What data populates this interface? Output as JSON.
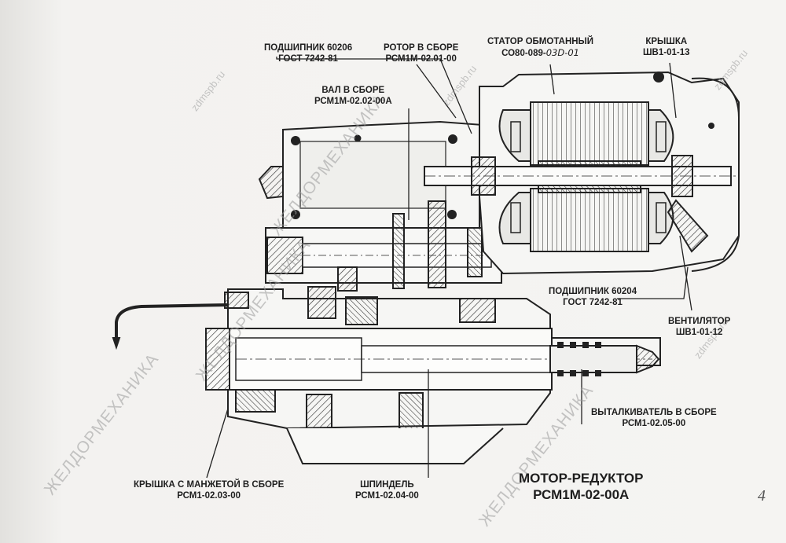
{
  "labels": {
    "bearing_60206": [
      "ПОДШИПНИК 60206",
      "ГОСТ 7242-81"
    ],
    "rotor": [
      "РОТОР В СБОРЕ",
      "РСМ1М-02.01-00"
    ],
    "stator": [
      "СТАТОР ОБМОТАННЫЙ",
      "СО80-089-",
      "03D-01"
    ],
    "cover_top": [
      "КРЫШКА",
      "ШВ1-01-13"
    ],
    "shaft": [
      "ВАЛ В СБОРЕ",
      "РСМ1М-02.02-00А"
    ],
    "bearing_60204": [
      "ПОДШИПНИК 60204",
      "ГОСТ 7242-81"
    ],
    "fan": [
      "ВЕНТИЛЯТОР",
      "ШВ1-01-12"
    ],
    "ejector": [
      "ВЫТАЛКИВАТЕЛЬ В СБОРЕ",
      "РСМ1-02.05-00"
    ],
    "cover_cuff": [
      "КРЫШКА С МАНЖЕТОЙ В СБОРЕ",
      "РСМ1-02.03-00"
    ],
    "spindle": [
      "ШПИНДЕЛЬ",
      "РСМ1-02.04-00"
    ]
  },
  "title": [
    "МОТОР-РЕДУКТОР",
    "РСМ1М-02-00А"
  ],
  "page_number": "4",
  "watermarks": {
    "company": "ЖЕЛДОРМЕХАНИКА",
    "site": "zdmspb.ru"
  }
}
